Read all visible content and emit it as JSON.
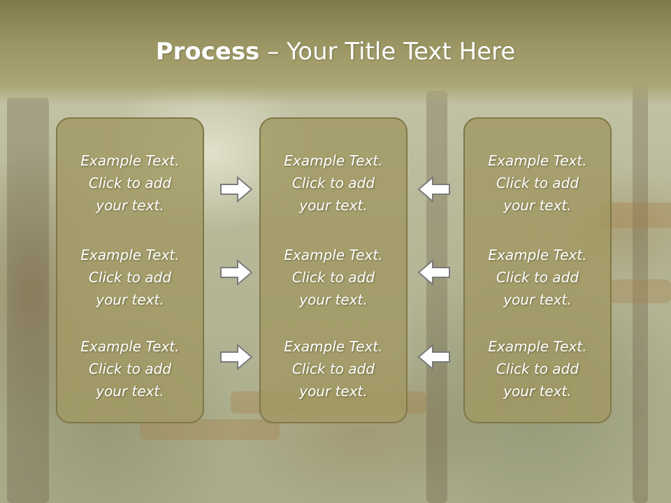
{
  "slide": {
    "title_bold": "Process",
    "title_rest": " – Your Title Text Here",
    "colors": {
      "header": "#9c9764",
      "box_fill": "#a19963",
      "box_border": "#7f7747",
      "arrow_fill": "#ffffff",
      "arrow_stroke": "#7a7a7a"
    }
  },
  "columns": [
    {
      "items": [
        "Example Text.\nClick  to add\nyour text.",
        "Example Text.\nClick  to add\nyour text.",
        "Example Text.\nClick  to add\nyour text."
      ]
    },
    {
      "items": [
        "Example Text.\nClick  to add\nyour text.",
        "Example Text.\nClick  to add\nyour text.",
        "Example Text.\nClick  to add\nyour text."
      ]
    },
    {
      "items": [
        "Example Text.\nClick  to add\nyour text.",
        "Example Text.\nClick  to add\nyour text.",
        "Example Text.\nClick  to add\nyour text."
      ]
    }
  ],
  "arrows": {
    "left_group": {
      "direction": "right",
      "icon": "arrow-right-icon"
    },
    "right_group": {
      "direction": "left",
      "icon": "arrow-left-icon"
    }
  }
}
